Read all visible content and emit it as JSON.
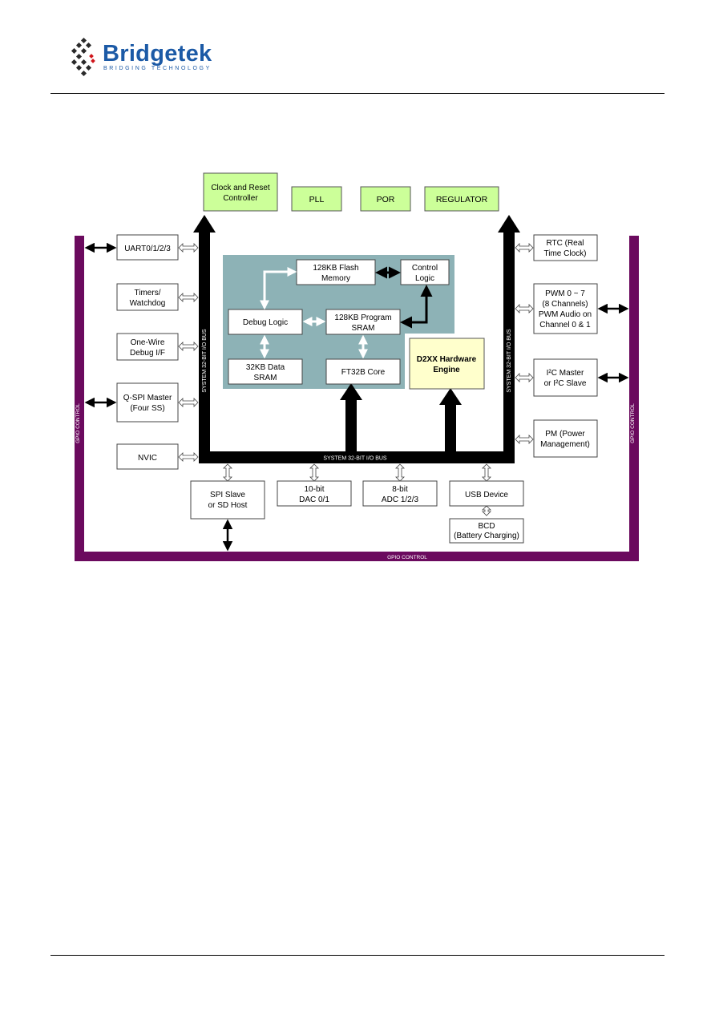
{
  "header": {
    "logo_word": "Bridgetek",
    "logo_tagline": "BRIDGING TECHNOLOGY"
  },
  "diagram": {
    "top_blocks": {
      "clock_reset": [
        "Clock and Reset",
        "Controller"
      ],
      "pll": "PLL",
      "por": "POR",
      "regulator": "REGULATOR"
    },
    "left_blocks": {
      "uart": "UART0/1/2/3",
      "timers": [
        "Timers/",
        "Watchdog"
      ],
      "onewire": [
        "One-Wire",
        "Debug I/F"
      ],
      "qspi": [
        "Q-SPI Master",
        "(Four SS)"
      ],
      "nvic": "NVIC"
    },
    "right_blocks": {
      "rtc": [
        "RTC (Real",
        "Time Clock)"
      ],
      "pwm": [
        "PWM 0 ~ 7",
        "(8 Channels)",
        "PWM Audio on",
        "Channel 0 & 1"
      ],
      "i2c": [
        "I²C Master",
        "or I²C Slave"
      ],
      "pm": [
        "PM (Power",
        "Management)"
      ]
    },
    "core_blocks": {
      "flash": [
        "128KB Flash",
        "Memory"
      ],
      "control": [
        "Control",
        "Logic"
      ],
      "debug": "Debug Logic",
      "program_sram": [
        "128KB Program",
        "SRAM"
      ],
      "data_sram": [
        "32KB Data",
        "SRAM"
      ],
      "core": "FT32B Core",
      "d2xx": [
        "D2XX Hardware",
        "Engine"
      ]
    },
    "bottom_blocks": {
      "spi": [
        "SPI Slave",
        "or SD Host"
      ],
      "dac": [
        "10-bit",
        "DAC 0/1"
      ],
      "adc": [
        "8-bit",
        "ADC 1/2/3"
      ],
      "usb": "USB Device",
      "bcd": [
        "BCD",
        "(Battery Charging)"
      ]
    },
    "bus_labels": {
      "horizontal": "SYSTEM 32-BIT I/O BUS",
      "left_vertical": "SYSTEM 32-BIT I/O BUS",
      "right_vertical": "SYSTEM 32-BIT I/O BUS"
    },
    "gpio_labels": {
      "left": "GPIO CONTROL",
      "right": "GPIO CONTROL",
      "bottom": "GPIO CONTROL"
    },
    "colors": {
      "gpio": "#6b0a5e",
      "core_bg": "#8db2b6",
      "green_block": "#ccff99",
      "yellow_block": "#ffffcc",
      "bus": "#000000"
    }
  }
}
